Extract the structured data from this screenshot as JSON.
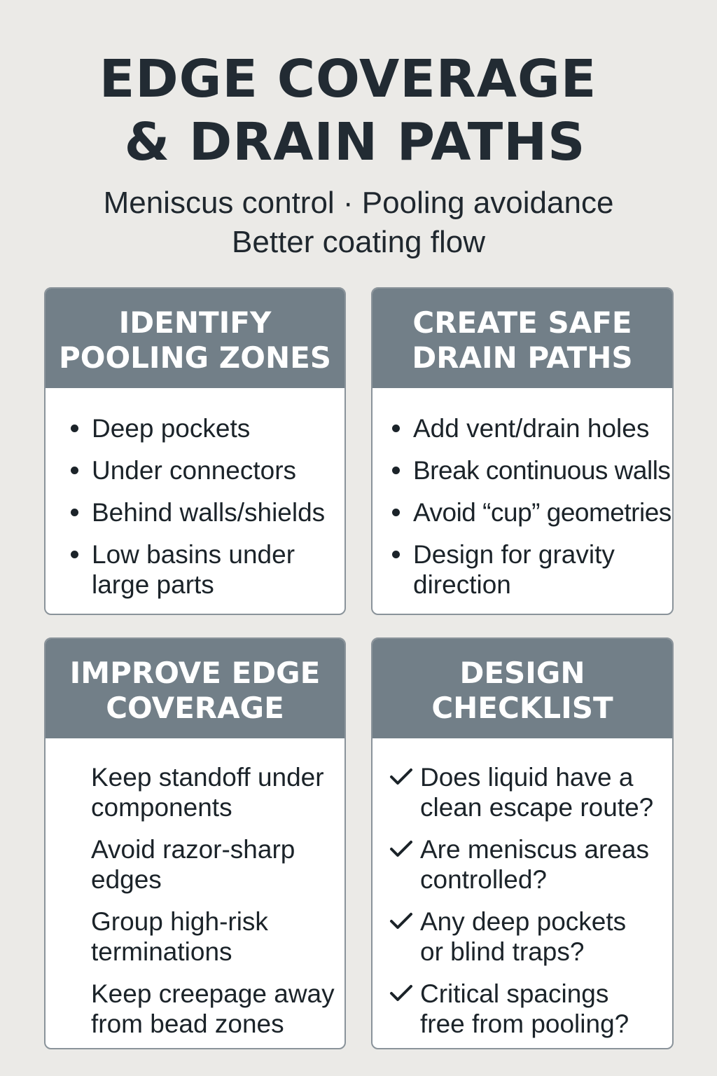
{
  "header": {
    "title_line1": "EDGE COVERAGE",
    "title_line2": "& DRAIN PATHS",
    "subtitle_line1": "Meniscus control · Pooling avoidance",
    "subtitle_line2": "Better coating flow"
  },
  "colors": {
    "background": "#ebeae7",
    "card_header": "#727f88",
    "card_body": "#ffffff",
    "text_dark": "#1f272e"
  },
  "cards": [
    {
      "title_line1": "IDENTIFY",
      "title_line2": "POOLING ZONES",
      "marker": "bullet",
      "items": [
        "Deep pockets",
        "Under connectors",
        "Behind walls/shields",
        "Low basins under large parts"
      ]
    },
    {
      "title_line1": "CREATE SAFE",
      "title_line2": "DRAIN PATHS",
      "marker": "bullet",
      "items": [
        "Add vent/drain holes",
        "Break continuous walls",
        "Avoid “cup” geometries",
        "Design for gravity direction"
      ]
    },
    {
      "title_line1": "IMPROVE EDGE",
      "title_line2": "COVERAGE",
      "marker": "none",
      "items": [
        "Keep standoff under components",
        "Avoid razor-sharp edges",
        "Group high-risk terminations",
        "Keep creepage away from bead zones"
      ]
    },
    {
      "title_line1": "DESIGN",
      "title_line2": "CHECKLIST",
      "marker": "check-icon",
      "items": [
        "Does liquid have a clean escape route?",
        "Are meniscus areas controlled?",
        "Any deep pockets or blind traps?",
        "Critical spacings free from pooling?"
      ]
    }
  ]
}
